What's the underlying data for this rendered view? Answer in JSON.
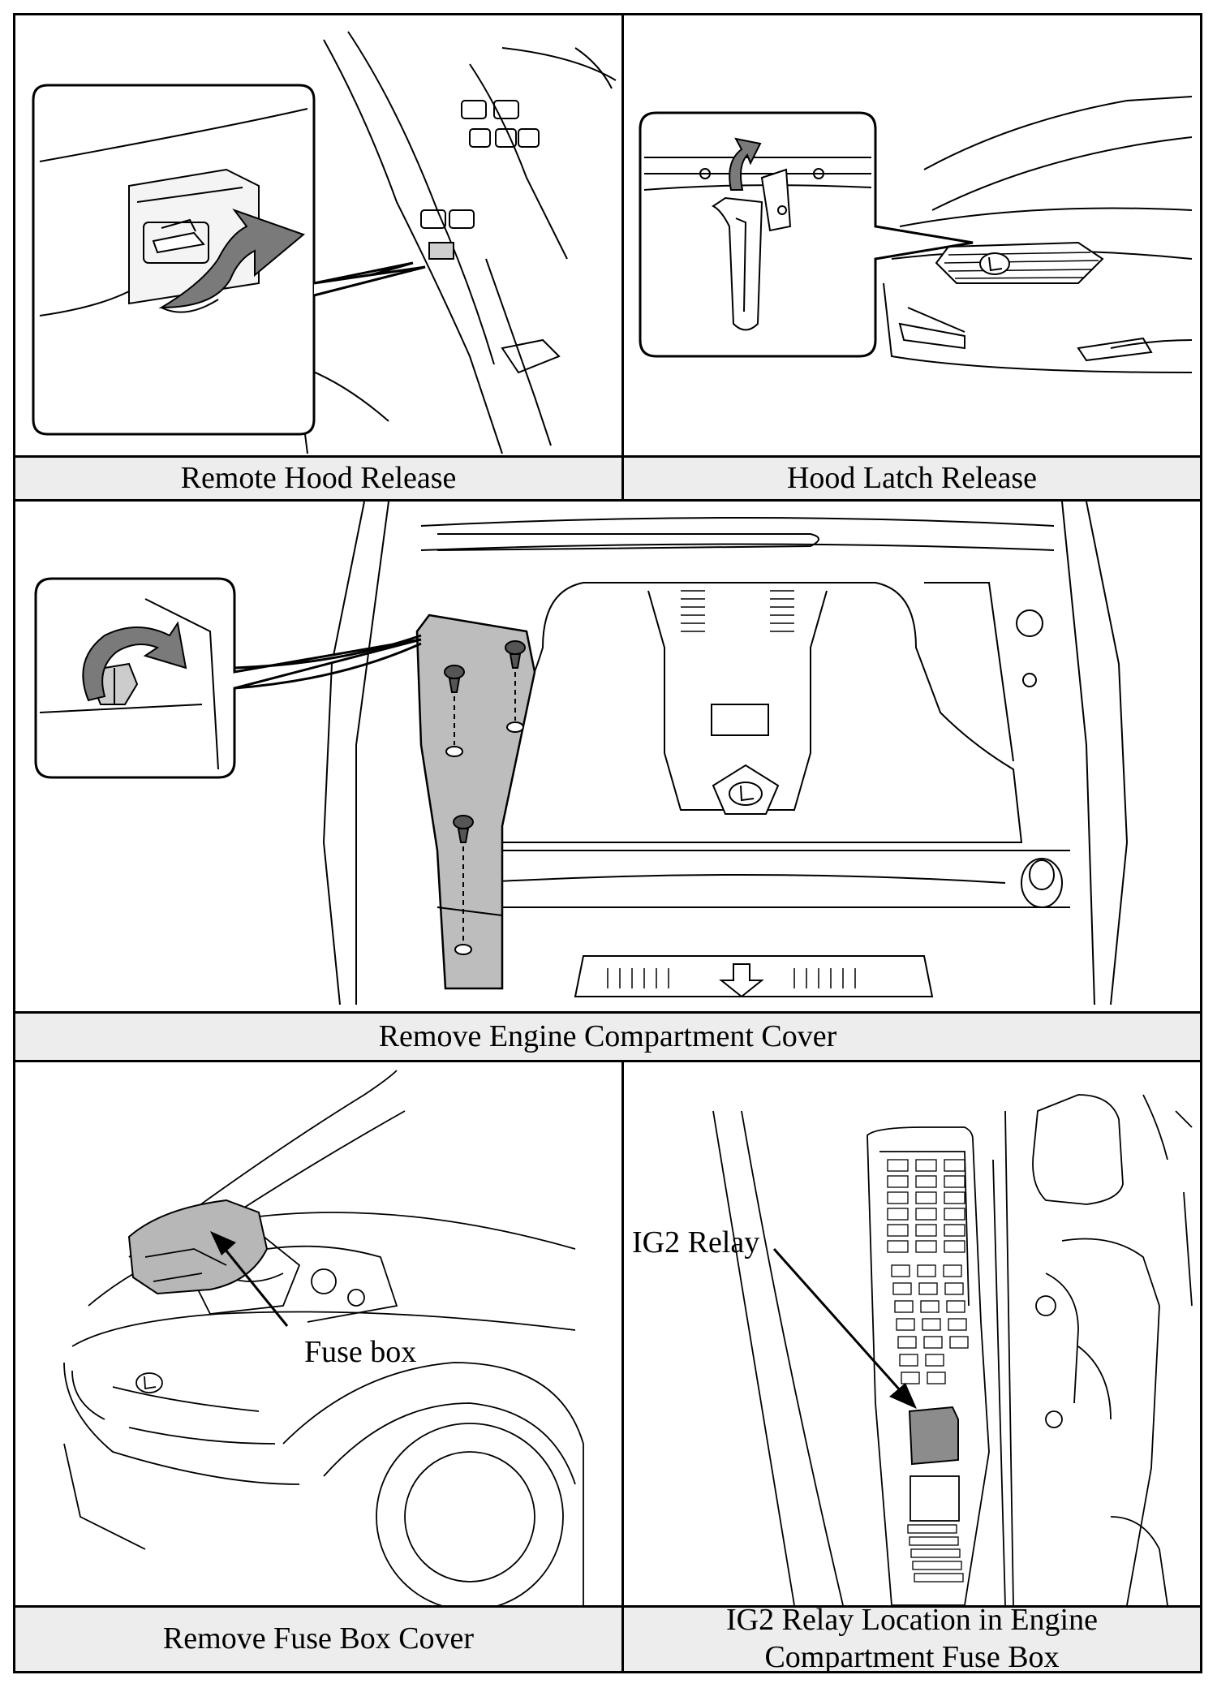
{
  "panels": [
    {
      "caption": "Remote Hood Release"
    },
    {
      "caption": "Hood Latch Release"
    },
    {
      "caption": "Remove Engine Compartment Cover"
    },
    {
      "caption": "Remove Fuse Box Cover"
    },
    {
      "caption_line1": "IG2 Relay Location in Engine",
      "caption_line2": "Compartment Fuse Box"
    }
  ],
  "callouts": {
    "fuse_box": "Fuse box",
    "ig2_relay": "IG2 Relay"
  },
  "colors": {
    "line": "#000000",
    "caption_bg": "#ededed",
    "highlight_gray": "#bdbdbd",
    "arrow_gray": "#7a7a7a"
  },
  "icons": [
    "hood-open-icon",
    "curved-arrow-icon",
    "lexus-logo-icon",
    "push-clip-icon"
  ]
}
